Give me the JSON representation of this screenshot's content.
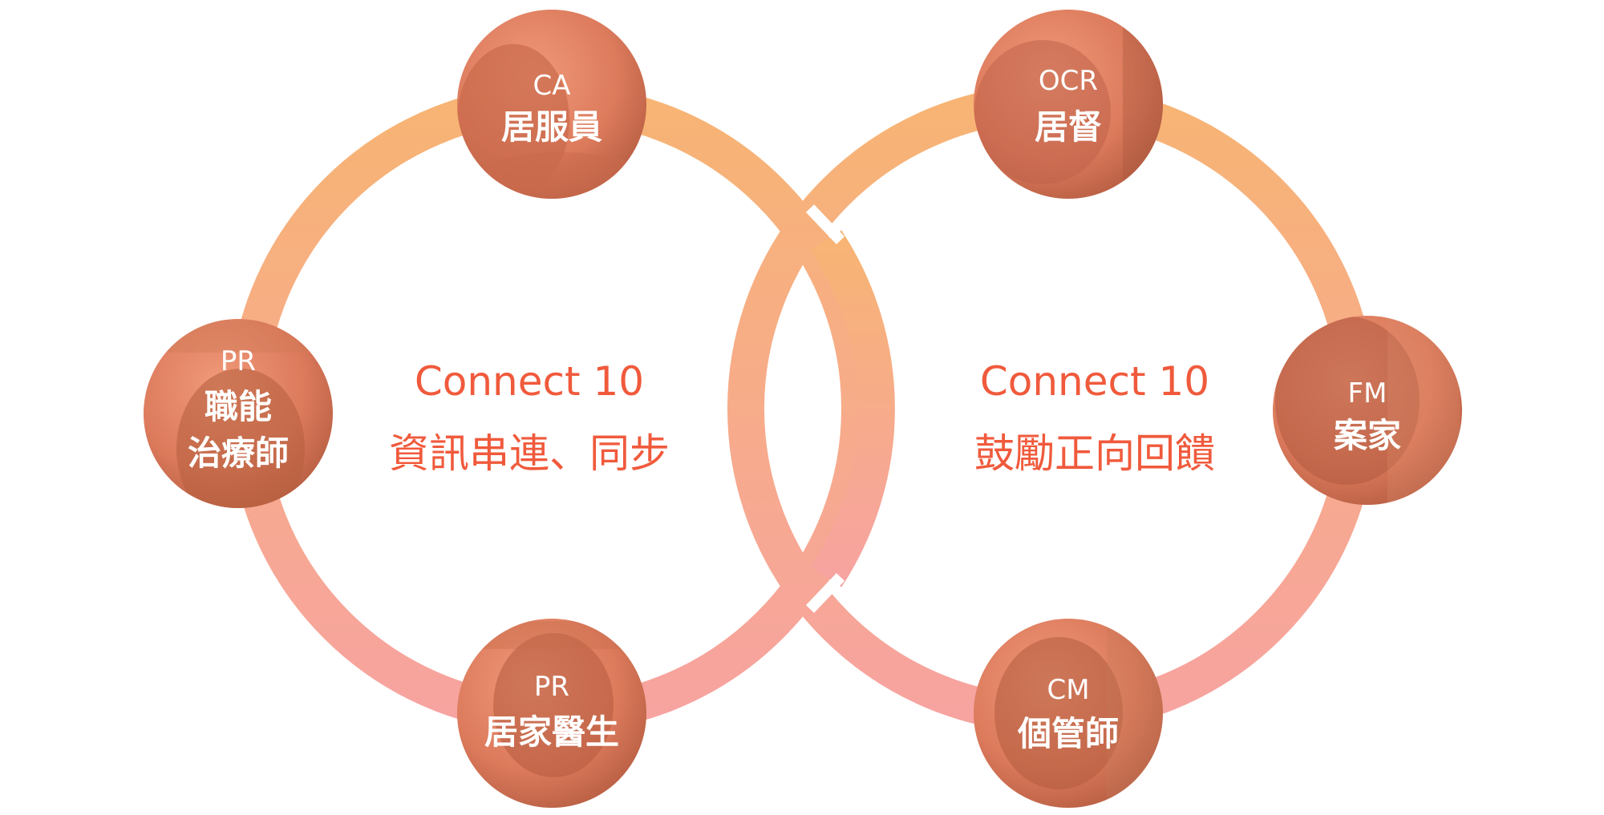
{
  "colors": {
    "ring_top": "#f7b474",
    "ring_bottom": "#f7a3a0",
    "accent_text": "#f05a3c",
    "avatar_fill_light": "#e98a6d",
    "avatar_fill_dark": "#b55a3e"
  },
  "loops": [
    {
      "title": "Connect 10",
      "subtitle": "資訊串連、同步"
    },
    {
      "title": "Connect 10",
      "subtitle": "鼓勵正向回饋"
    }
  ],
  "avatars": [
    {
      "code": "CA",
      "role_lines": [
        "居服員"
      ],
      "icon": "person-photo"
    },
    {
      "code": "PR",
      "role_lines": [
        "職能",
        "治療師"
      ],
      "icon": "person-photo"
    },
    {
      "code": "PR",
      "role_lines": [
        "居家醫生"
      ],
      "icon": "person-photo"
    },
    {
      "code": "OCR",
      "role_lines": [
        "居督"
      ],
      "icon": "person-photo"
    },
    {
      "code": "FM",
      "role_lines": [
        "案家"
      ],
      "icon": "person-photo"
    },
    {
      "code": "CM",
      "role_lines": [
        "個管師"
      ],
      "icon": "person-photo"
    }
  ]
}
